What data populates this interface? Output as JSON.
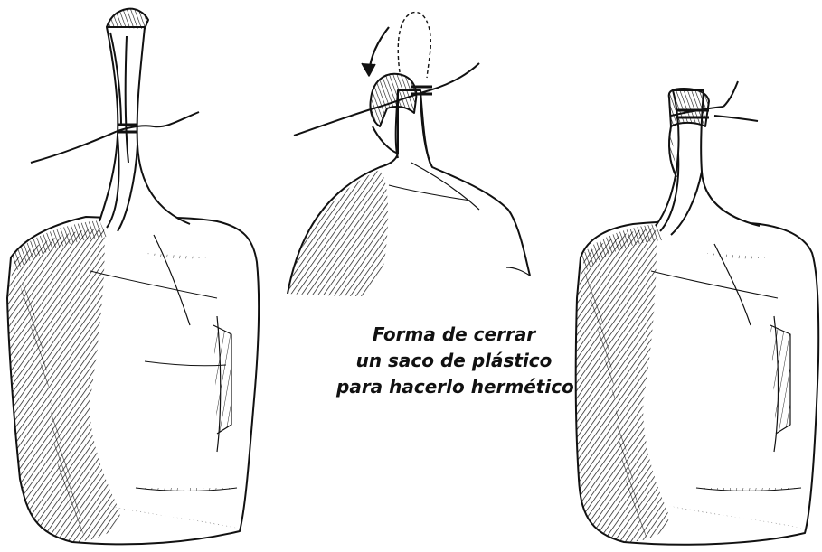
{
  "caption": {
    "line1": "Forma de cerrar",
    "line2": "un saco de plástico",
    "line3": "para hacerlo hermético"
  },
  "colors": {
    "ink": "#111111",
    "paper": "#ffffff"
  }
}
